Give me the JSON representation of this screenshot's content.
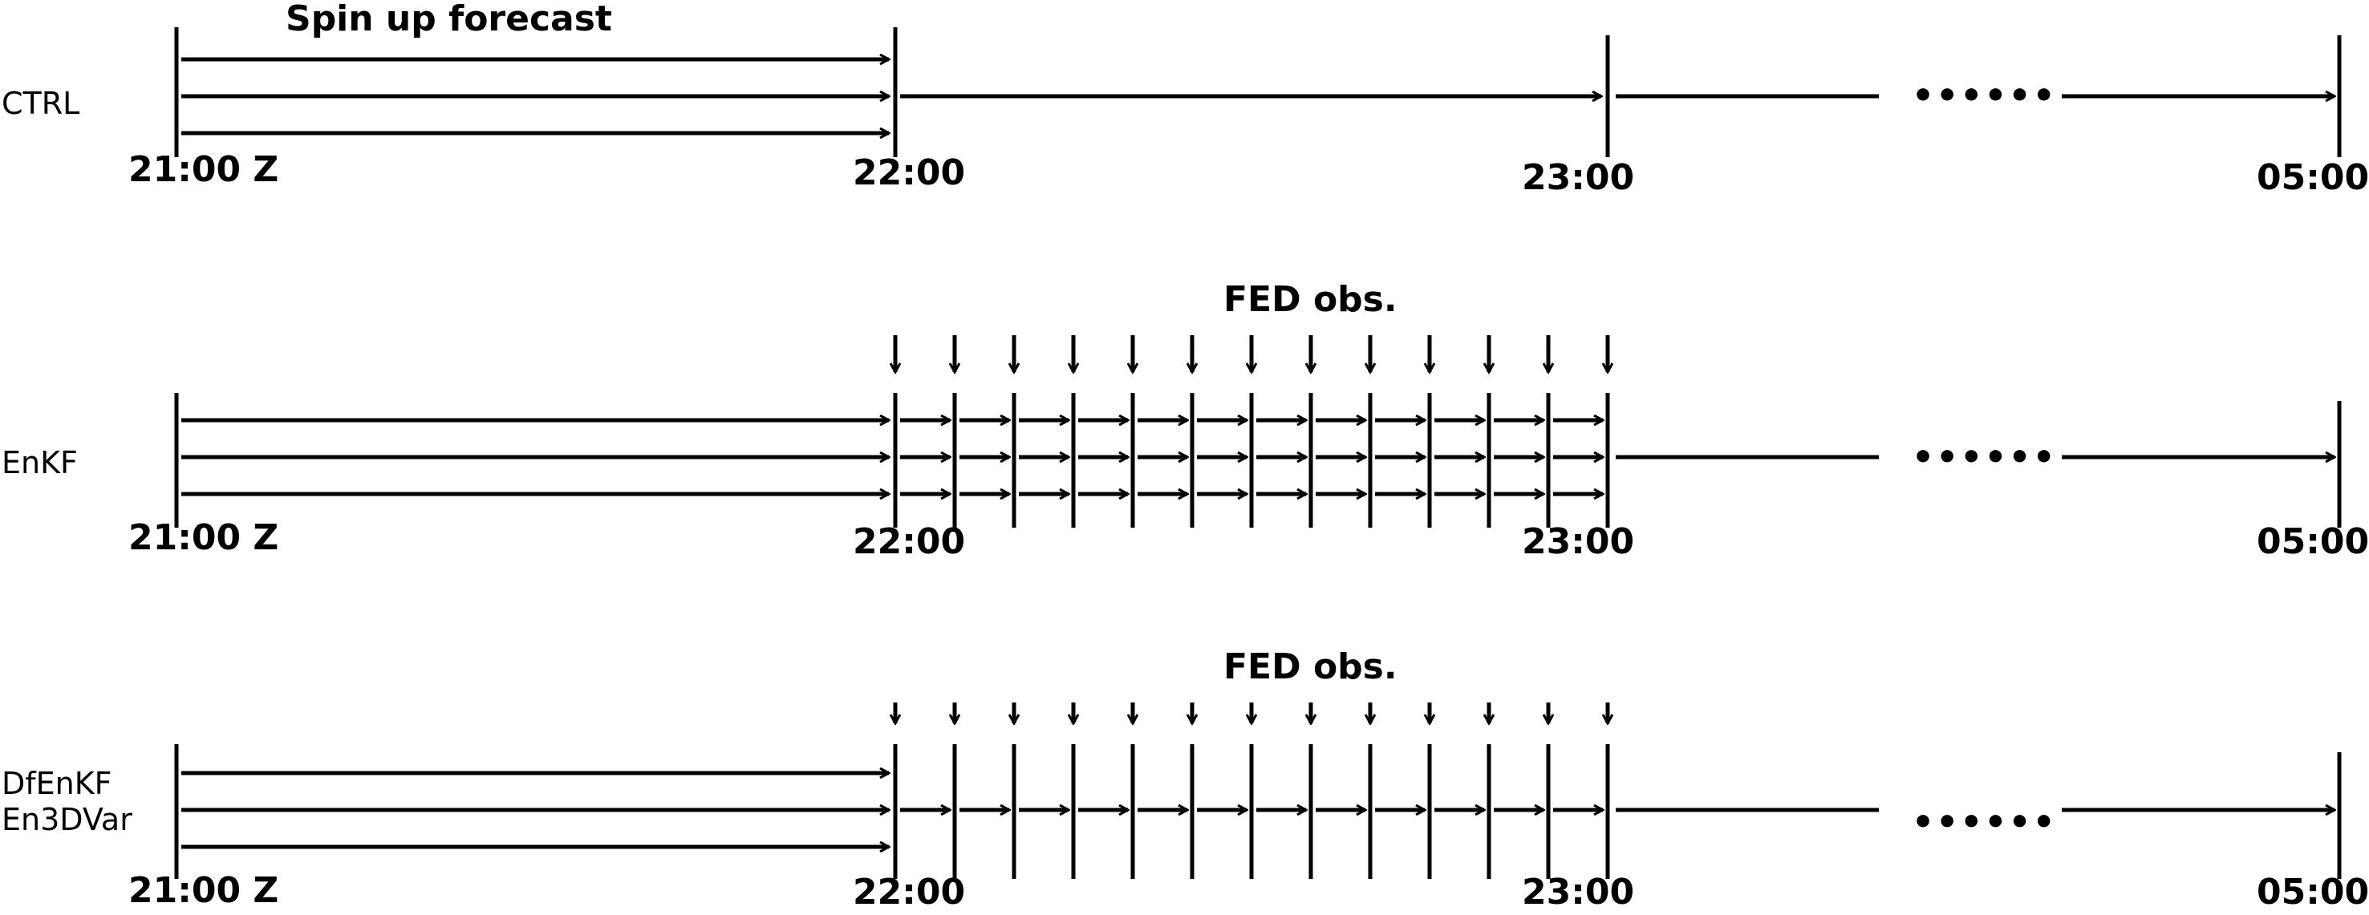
{
  "rows": [
    {
      "id": "ctrl",
      "label_lines": [
        "CTRL"
      ],
      "spin_title": "Spin up forecast",
      "obs_title": "",
      "time_labels": [
        "21:00 Z",
        "22:00",
        "23:00",
        "05:00"
      ],
      "ellipsis": "••••••",
      "cycling": false,
      "parallel_lines": 1
    },
    {
      "id": "enkf",
      "label_lines": [
        "EnKF"
      ],
      "spin_title": "",
      "obs_title": "FED obs.",
      "time_labels": [
        "21:00 Z",
        "22:00",
        "23:00",
        "05:00"
      ],
      "ellipsis": "••••••",
      "cycling": true,
      "parallel_lines": 3
    },
    {
      "id": "dfenkf",
      "label_lines": [
        "DfEnKF",
        "En3DVar"
      ],
      "spin_title": "",
      "obs_title": "FED obs.",
      "time_labels": [
        "21:00 Z",
        "22:00",
        "23:00",
        "05:00"
      ],
      "ellipsis": "••••••",
      "cycling": true,
      "parallel_lines": 1
    }
  ],
  "assimilation_intervals": 12
}
